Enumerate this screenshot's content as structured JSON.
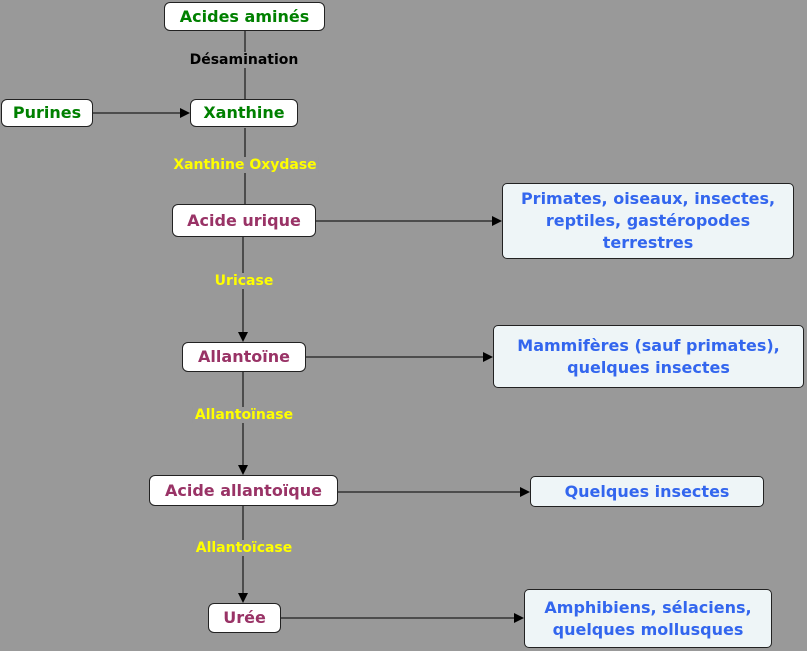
{
  "nodes": {
    "acides_amines": "Acides aminés",
    "purines": "Purines",
    "xanthine": "Xanthine",
    "acide_urique": "Acide urique",
    "allantoine": "Allantoïne",
    "acide_allantoique": "Acide allantoïque",
    "uree": "Urée"
  },
  "enzymes": {
    "desamination": "Désamination",
    "xanthine_oxydase": "Xanthine Oxydase",
    "uricase": "Uricase",
    "allantoinase": "Allantoïnase",
    "allantoicase": "Allantoïcase"
  },
  "organisms": {
    "primates": "Primates, oiseaux, insectes, reptiles, gastéropodes terrestres",
    "mammiferes": "Mammifères (sauf primates), quelques insectes",
    "quelques_insectes": "Quelques insectes",
    "amphibiens": "Amphibiens, sélaciens, quelques mollusques"
  },
  "colors": {
    "background": "#999999",
    "green": "#008000",
    "purple": "#993366",
    "blue": "#3366ee",
    "yellow": "#ffff00"
  }
}
